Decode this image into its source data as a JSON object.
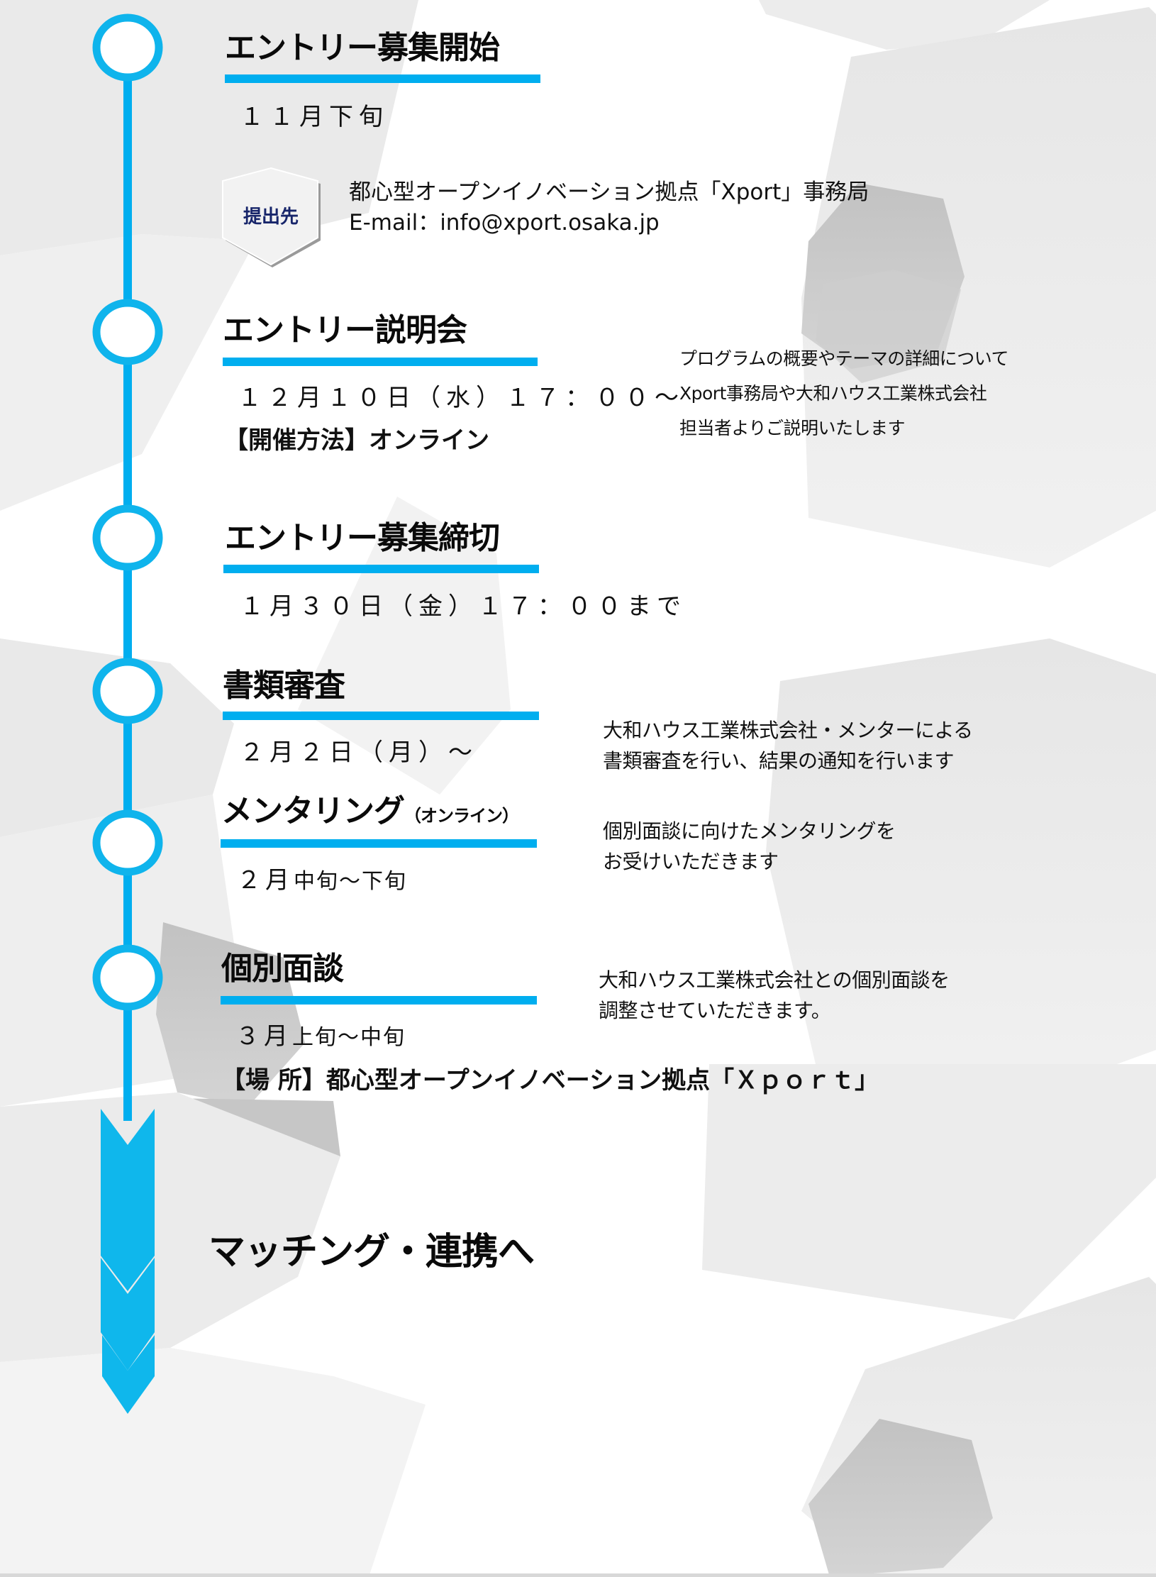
{
  "colors": {
    "accent": "#00aeef",
    "badge_text": "#17256a",
    "text": "#111111",
    "bg_shape_light": "#ececec",
    "bg_shape_dark": "#c8c8c8"
  },
  "timeline": {
    "steps": [
      {
        "title": "エントリー募集開始",
        "date": "１１月下旬",
        "submission": {
          "badge_label": "提出先",
          "line1": "都心型オープンイノベーション拠点「Xport」事務局",
          "line2": "E-mail：info@xport.osaka.jp"
        }
      },
      {
        "title": "エントリー説明会",
        "date": "１２月１０日（水）１７：００～",
        "method": "【開催方法】オンライン",
        "description": [
          "プログラムの概要やテーマの詳細について",
          "Xport事務局や大和ハウス工業株式会社",
          "担当者よりご説明いたします"
        ]
      },
      {
        "title": "エントリー募集締切",
        "date": "１月３０日（金）１７：００まで"
      },
      {
        "title": "書類審査",
        "date": "２月２日（月）～",
        "description": [
          "大和ハウス工業株式会社・メンターによる",
          "書類審査を行い、結果の通知を行います"
        ]
      },
      {
        "title": "メンタリング",
        "title_suffix": "（オンライン）",
        "date_prefix": "２月",
        "date_suffix": "中旬～下旬",
        "description": [
          "個別面談に向けたメンタリングを",
          "お受けいただきます"
        ]
      },
      {
        "title": "個別面談",
        "date_prefix": "３月",
        "date_suffix": "上旬～中旬",
        "location": "【場 所】都心型オープンイノベーション拠点「Ｘｐｏｒｔ」",
        "description": [
          "大和ハウス工業株式会社との個別面談を",
          "調整させていただきます。"
        ]
      }
    ],
    "final_label": "マッチング・連携へ"
  }
}
